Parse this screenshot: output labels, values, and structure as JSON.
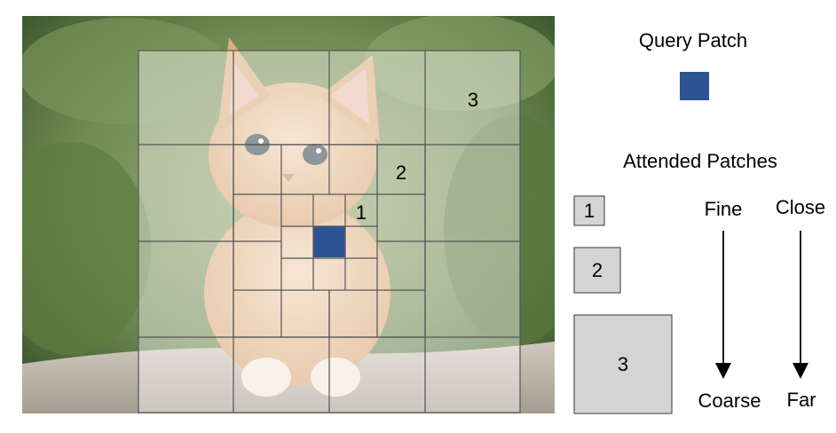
{
  "photo": {
    "subject": "kitten photo"
  },
  "grid_labels": {
    "level1": "1",
    "level2": "2",
    "level3": "3"
  },
  "legend": {
    "query_title": "Query Patch",
    "attended_title": "Attended Patches",
    "swatch1": "1",
    "swatch2": "2",
    "swatch3": "3"
  },
  "axes": {
    "granularity_top": "Fine",
    "granularity_bottom": "Coarse",
    "distance_top": "Close",
    "distance_bottom": "Far"
  },
  "colors": {
    "query": "#2e5395",
    "patch_fill": "#d4d4d4",
    "grid_line": "#555555",
    "overlay": "#ffffff"
  }
}
